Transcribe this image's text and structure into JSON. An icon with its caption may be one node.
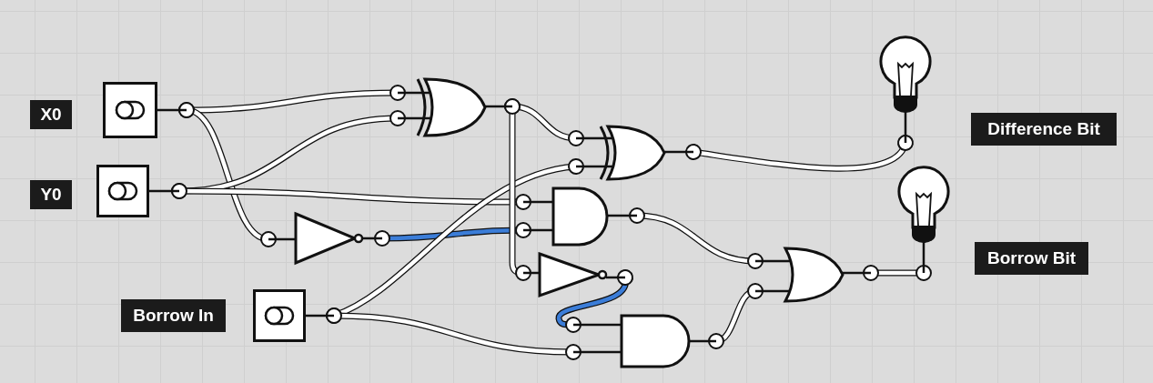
{
  "diagram": {
    "nodes": [
      {
        "text": [
          "X0"
        ]
      },
      {
        "text": [
          "Y0"
        ]
      },
      {
        "text": [
          "Borrow In"
        ]
      },
      {
        "text": [
          "Difference Bit"
        ]
      },
      {
        "text": [
          "Borrow Bit"
        ]
      },
      {
        "text": [],
        "shape": "switch"
      },
      {
        "text": [],
        "shape": "switch"
      },
      {
        "text": [],
        "shape": "switch"
      },
      {
        "text": [],
        "shape": "xor"
      },
      {
        "text": [],
        "shape": "xor"
      },
      {
        "text": [],
        "shape": "and"
      },
      {
        "text": [],
        "shape": "not"
      },
      {
        "text": [],
        "shape": "not"
      },
      {
        "text": [],
        "shape": "and"
      },
      {
        "text": [],
        "shape": "or"
      },
      {
        "text": [],
        "shape": "bulb"
      },
      {
        "text": [],
        "shape": "bulb"
      }
    ],
    "edges": [
      {
        "from": 5,
        "to": 8,
        "arrow": "other"
      },
      {
        "from": 5,
        "to": 11,
        "arrow": "other"
      },
      {
        "from": 6,
        "to": 8,
        "arrow": "other"
      },
      {
        "from": 6,
        "to": 10,
        "arrow": "other"
      },
      {
        "from": 11,
        "to": 10,
        "arrow": "other",
        "color": "#3b7dd8"
      },
      {
        "from": 7,
        "to": 9,
        "arrow": "other"
      },
      {
        "from": 7,
        "to": 13,
        "arrow": "other"
      },
      {
        "from": 8,
        "to": 9,
        "arrow": "other"
      },
      {
        "from": 8,
        "to": 12,
        "arrow": "other"
      },
      {
        "from": 10,
        "to": 14,
        "arrow": "other"
      },
      {
        "from": 12,
        "to": 13,
        "arrow": "other",
        "color": "#3b7dd8"
      },
      {
        "from": 13,
        "to": 14,
        "arrow": "other"
      },
      {
        "from": 9,
        "to": 15,
        "arrow": "other"
      },
      {
        "from": 14,
        "to": 16,
        "arrow": "other"
      }
    ]
  }
}
